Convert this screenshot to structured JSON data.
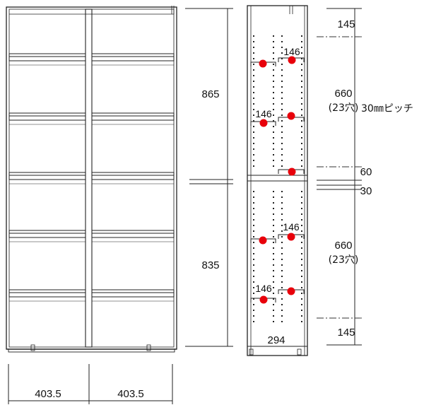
{
  "front_view": {
    "bottom_width_left": "403.5",
    "bottom_width_right": "403.5",
    "height_upper": "865",
    "height_lower": "835"
  },
  "side_view": {
    "depth": "294",
    "shelf_depth_labels": [
      "146",
      "146",
      "146",
      "146"
    ],
    "right_dims": {
      "top_offset": "145",
      "upper_range": "660",
      "upper_holes": "(23穴)",
      "pitch_note": "30㎜ピッチ",
      "gap_a": "60",
      "gap_b": "30",
      "lower_range": "660",
      "lower_holes": "(23穴)",
      "bottom_offset": "145"
    }
  },
  "colors": {
    "line": "#222222",
    "marker": "#e8000b",
    "dash": "#333333"
  }
}
